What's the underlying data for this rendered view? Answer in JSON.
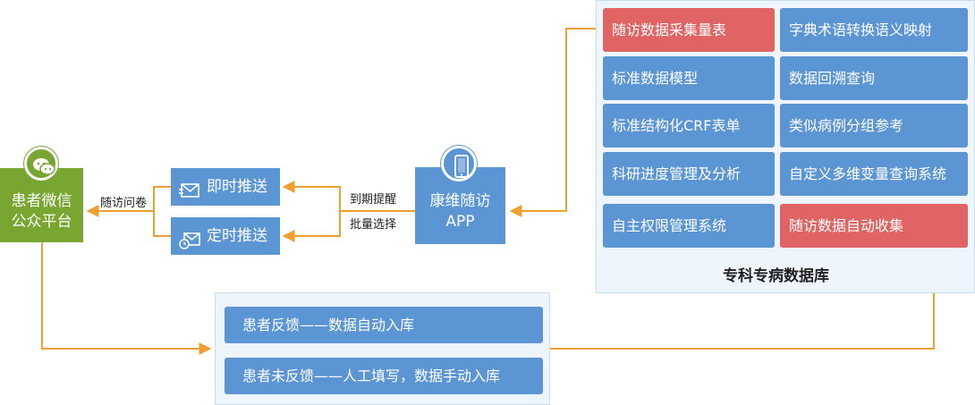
{
  "wechat": {
    "label_line1": "患者微信",
    "label_line2": "公众平台"
  },
  "followup_questionnaire": "随访问卷",
  "push": {
    "instant": "即时推送",
    "scheduled": "定时推送"
  },
  "triggers": {
    "due_reminder": "到期提醒",
    "batch_select": "批量选择"
  },
  "app": {
    "line1": "康维随访",
    "line2": "APP"
  },
  "database": {
    "title": "专科专病数据库",
    "cells": [
      {
        "label": "随访数据采集量表",
        "highlight": true
      },
      {
        "label": "字典术语转换语义映射",
        "highlight": false
      },
      {
        "label": "标准数据模型",
        "highlight": false
      },
      {
        "label": "数据回溯查询",
        "highlight": false
      },
      {
        "label": "标准结构化CRF表单",
        "highlight": false
      },
      {
        "label": "类似病例分组参考",
        "highlight": false
      },
      {
        "label": "科研进度管理及分析",
        "highlight": false
      },
      {
        "label": "自定义多维变量查询系统",
        "highlight": false
      },
      {
        "label": "自主权限管理系统",
        "highlight": false
      },
      {
        "label": "随访数据自动收集",
        "highlight": true
      }
    ]
  },
  "feedback": {
    "row1": "患者反馈——数据自动入库",
    "row2": "患者未反馈——人工填写，数据手动入库"
  },
  "colors": {
    "green": "#78a631",
    "blue": "#5b95d3",
    "red": "#e06464",
    "orange": "#f0a030",
    "panel": "#eef5fc"
  },
  "icons": [
    "wechat-icon",
    "envelope-icon",
    "clock-envelope-icon",
    "phone-icon"
  ]
}
